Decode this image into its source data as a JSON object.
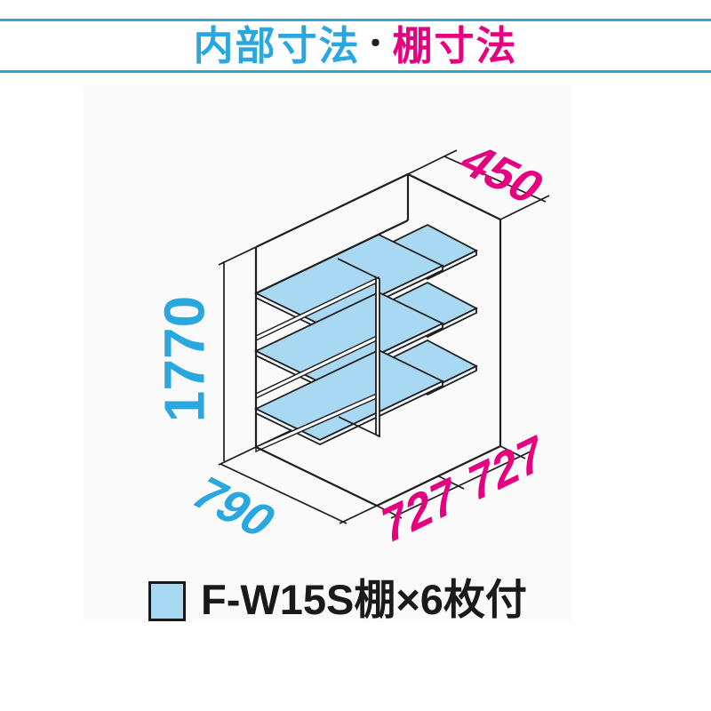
{
  "title": {
    "part1": "内部寸法",
    "dot": "・",
    "part2": "棚寸法"
  },
  "dims": {
    "height": "1770",
    "top_depth": "450",
    "floor_depth": "790",
    "width_left": "727",
    "width_right": "727"
  },
  "legend": {
    "label": "F-W15S棚×6枚付",
    "swatch_color": "#a9d9f2"
  },
  "colors": {
    "cyan": "#29a7de",
    "magenta": "#e4007f",
    "line": "#1e1e1e",
    "shelf_fill": "#a9d9f2"
  }
}
